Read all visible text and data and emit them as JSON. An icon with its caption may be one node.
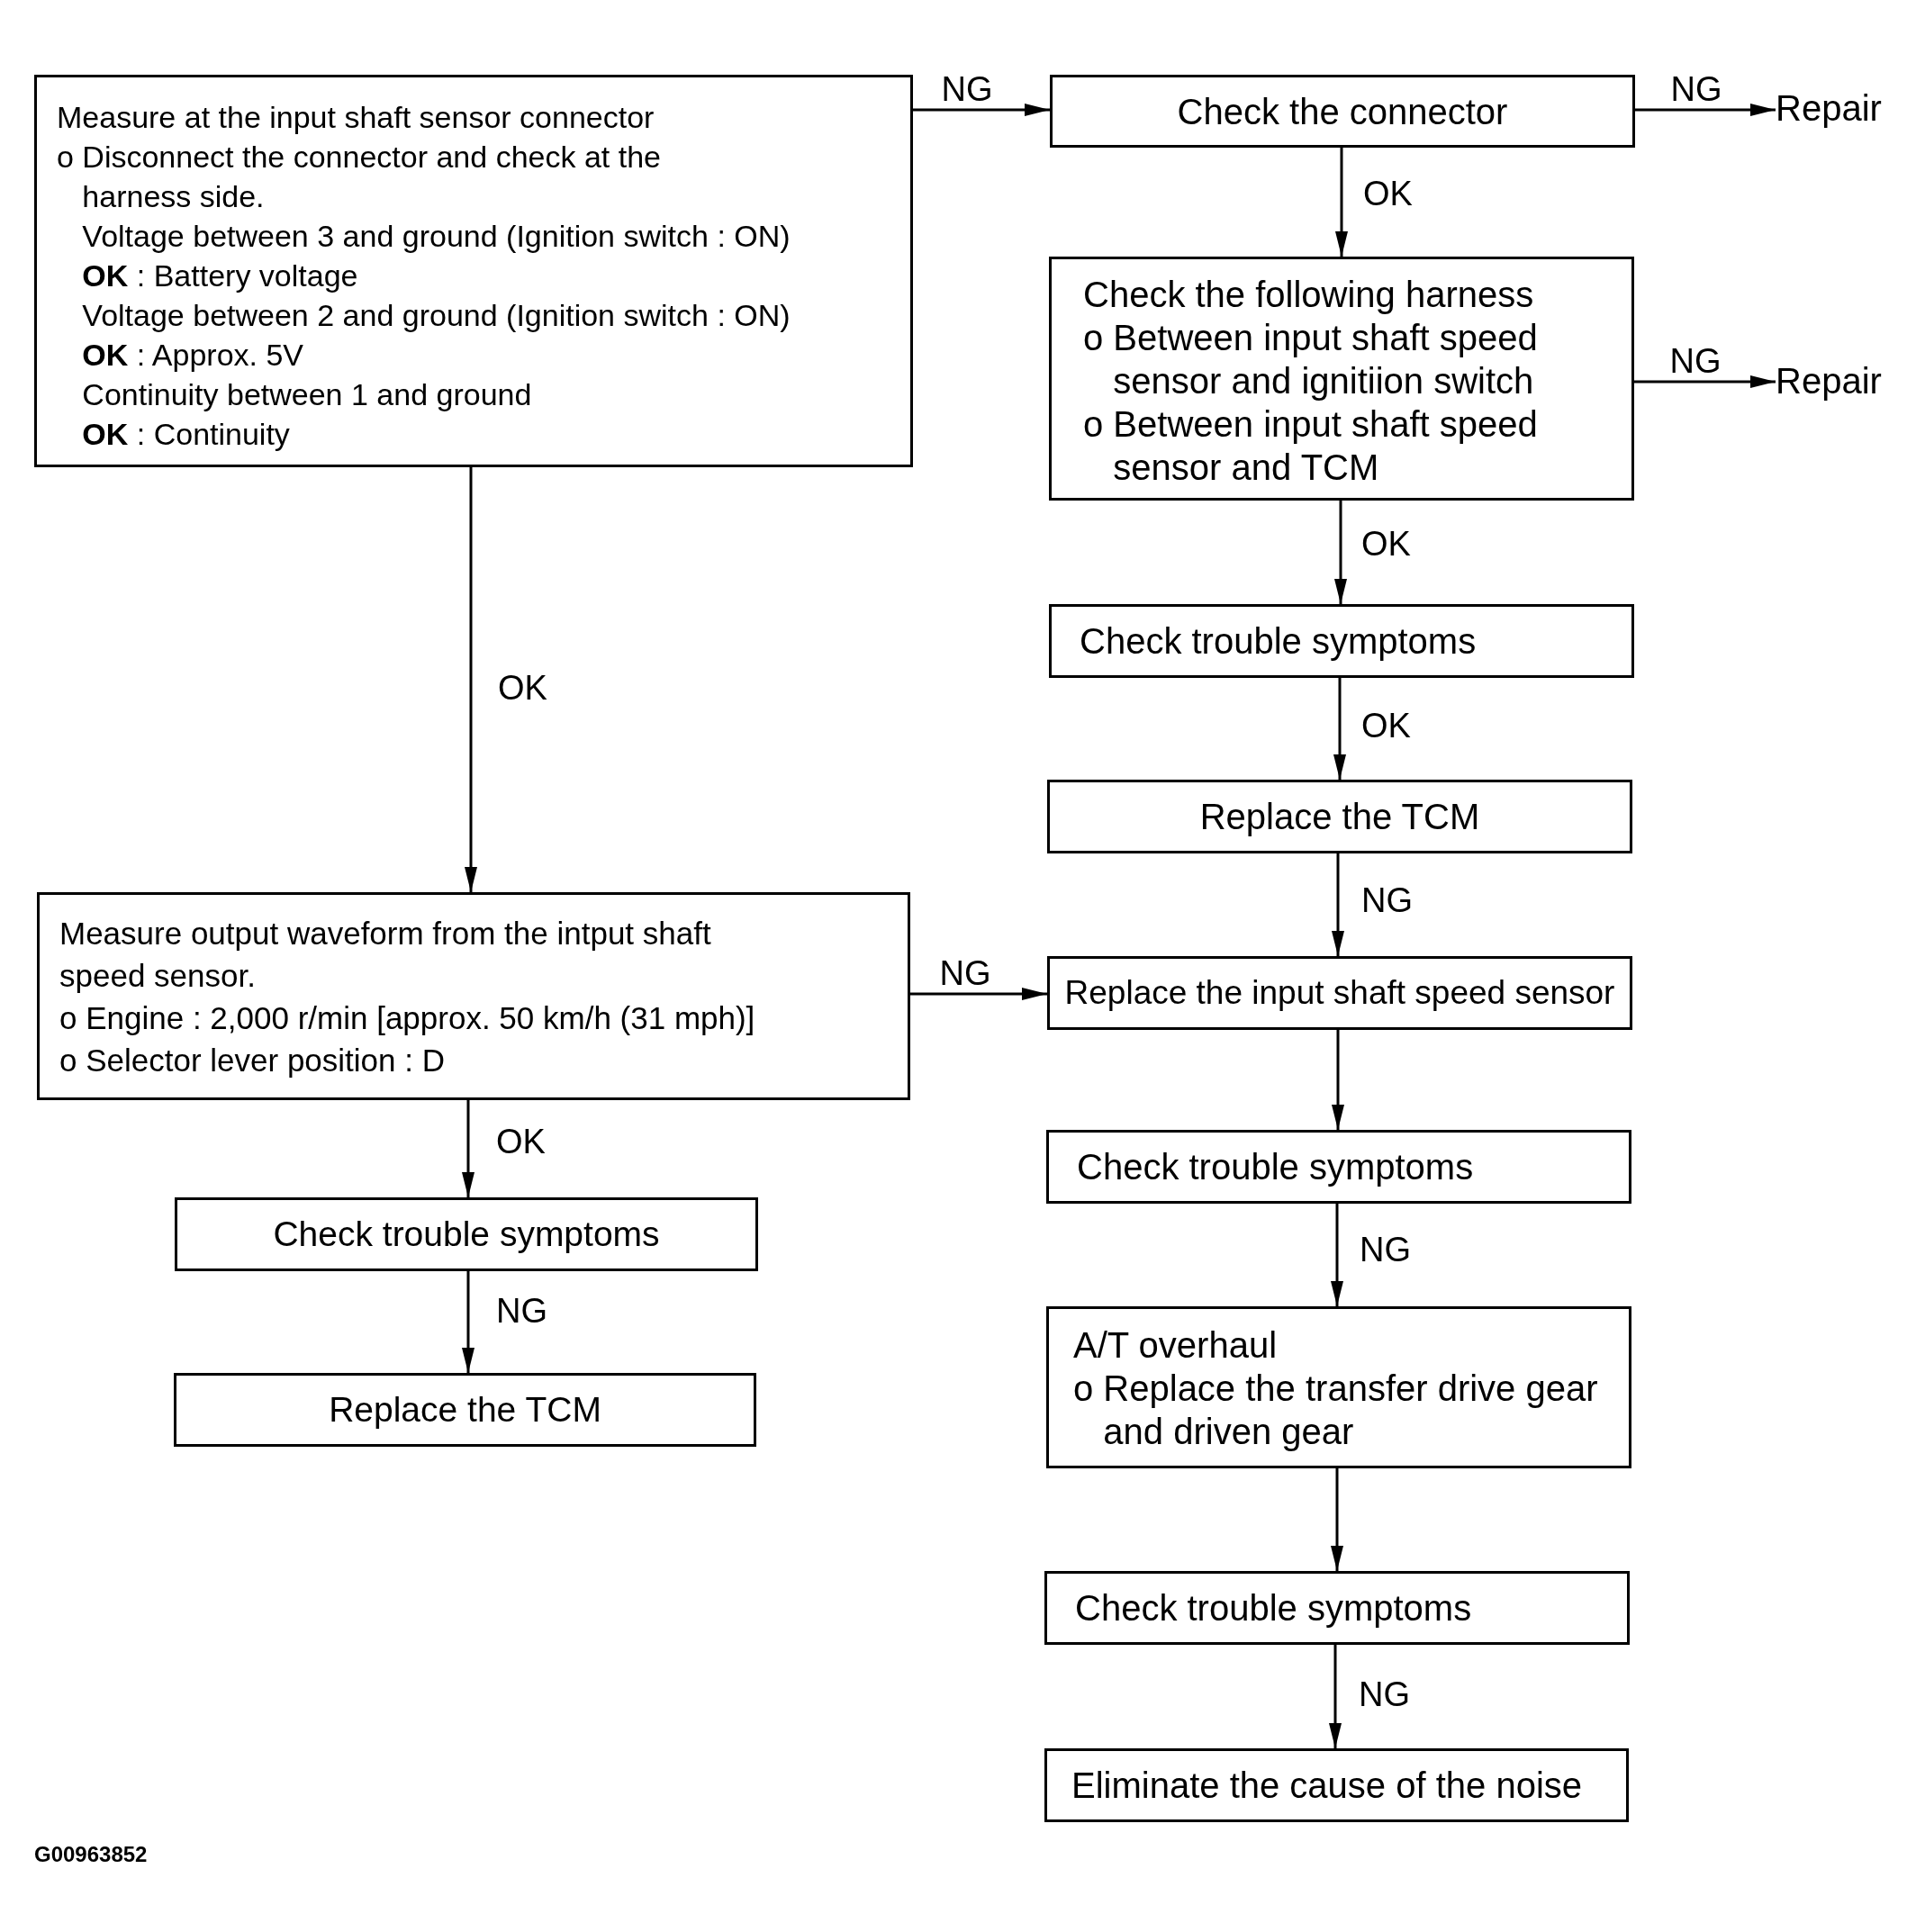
{
  "diagram": {
    "nodes": [
      {
        "text": [
          "Measure at the input shaft sensor connector",
          "o Disconnect the connector and check at the harness side.",
          "Voltage between 3 and ground (Ignition switch : ON)",
          "**OK** : Battery voltage",
          "Voltage between 2 and ground (Ignition switch : ON)",
          "**OK** : Approx. 5V",
          "Continuity between 1 and ground",
          "**OK** : Continuity"
        ]
      },
      {
        "text": [
          "Check the connector"
        ]
      },
      {
        "text": [
          "Repair"
        ]
      },
      {
        "text": [
          "Check the following harness",
          "o Between input shaft speed sensor and ignitiion switch",
          "o Between input shaft speed sensor and TCM"
        ]
      },
      {
        "text": [
          "Repair"
        ]
      },
      {
        "text": [
          "Check trouble symptoms"
        ]
      },
      {
        "text": [
          "Replace the TCM"
        ]
      },
      {
        "text": [
          "Measure output waveform from the intput shaft speed sensor.",
          "o Engine : 2,000 r/min [approx. 50 km/h (31 mph)]",
          "o Selector lever position : D"
        ]
      },
      {
        "text": [
          "Replace the input shaft speed sensor"
        ]
      },
      {
        "text": [
          "Check trouble symptoms"
        ]
      },
      {
        "text": [
          "Check trouble symptoms"
        ]
      },
      {
        "text": [
          "Replace the TCM"
        ]
      },
      {
        "text": [
          "A/T overhaul",
          "o Replace the transfer drive gear and driven gear"
        ]
      },
      {
        "text": [
          "Check trouble symptoms"
        ]
      },
      {
        "text": [
          "Eliminate the cause of the noise"
        ]
      }
    ],
    "edges": [
      {
        "from": 0,
        "to": 1,
        "arrow": "to",
        "label": "NG"
      },
      {
        "from": 1,
        "to": 2,
        "arrow": "to",
        "label": "NG"
      },
      {
        "from": 1,
        "to": 3,
        "arrow": "to",
        "label": "OK"
      },
      {
        "from": 3,
        "to": 4,
        "arrow": "to",
        "label": "NG"
      },
      {
        "from": 3,
        "to": 5,
        "arrow": "to",
        "label": "OK"
      },
      {
        "from": 5,
        "to": 6,
        "arrow": "to",
        "label": "OK"
      },
      {
        "from": 6,
        "to": 8,
        "arrow": "to",
        "label": "NG"
      },
      {
        "from": 0,
        "to": 7,
        "arrow": "to",
        "label": "OK"
      },
      {
        "from": 7,
        "to": 8,
        "arrow": "to",
        "label": "NG"
      },
      {
        "from": 7,
        "to": 9,
        "arrow": "to",
        "label": "OK"
      },
      {
        "from": 9,
        "to": 11,
        "arrow": "to",
        "label": "NG"
      },
      {
        "from": 8,
        "to": 10,
        "arrow": "to"
      },
      {
        "from": 10,
        "to": 12,
        "arrow": "to",
        "label": "NG"
      },
      {
        "from": 12,
        "to": 13,
        "arrow": "to"
      },
      {
        "from": 13,
        "to": 14,
        "arrow": "to",
        "label": "NG"
      }
    ],
    "labels": [
      "G00963852"
    ]
  }
}
